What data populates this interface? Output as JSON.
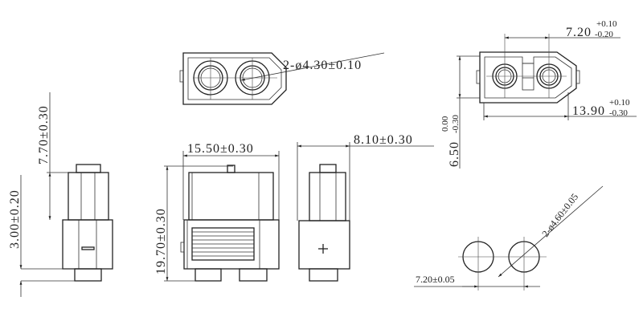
{
  "drawing": {
    "top_view_hole_callout": "2-ø4.30±0.10",
    "pitch_dim": {
      "value": "7.20",
      "upper": "+0.10",
      "lower": "-0.20"
    },
    "length_dim": {
      "value": "13.90",
      "upper": "+0.10",
      "lower": "-0.30"
    },
    "width_dim": {
      "value": "6.50",
      "upper": "0.00",
      "lower": "-0.30"
    },
    "side_upper_height": "7.70±0.30",
    "pin_height": "3.00±0.20",
    "front_width": "15.50±0.30",
    "front_height": "19.70±0.30",
    "side_depth": "8.10±0.30",
    "pcb_hole_callout": "2-ø4.60±0.05",
    "pcb_pitch": "7.20±0.05"
  }
}
